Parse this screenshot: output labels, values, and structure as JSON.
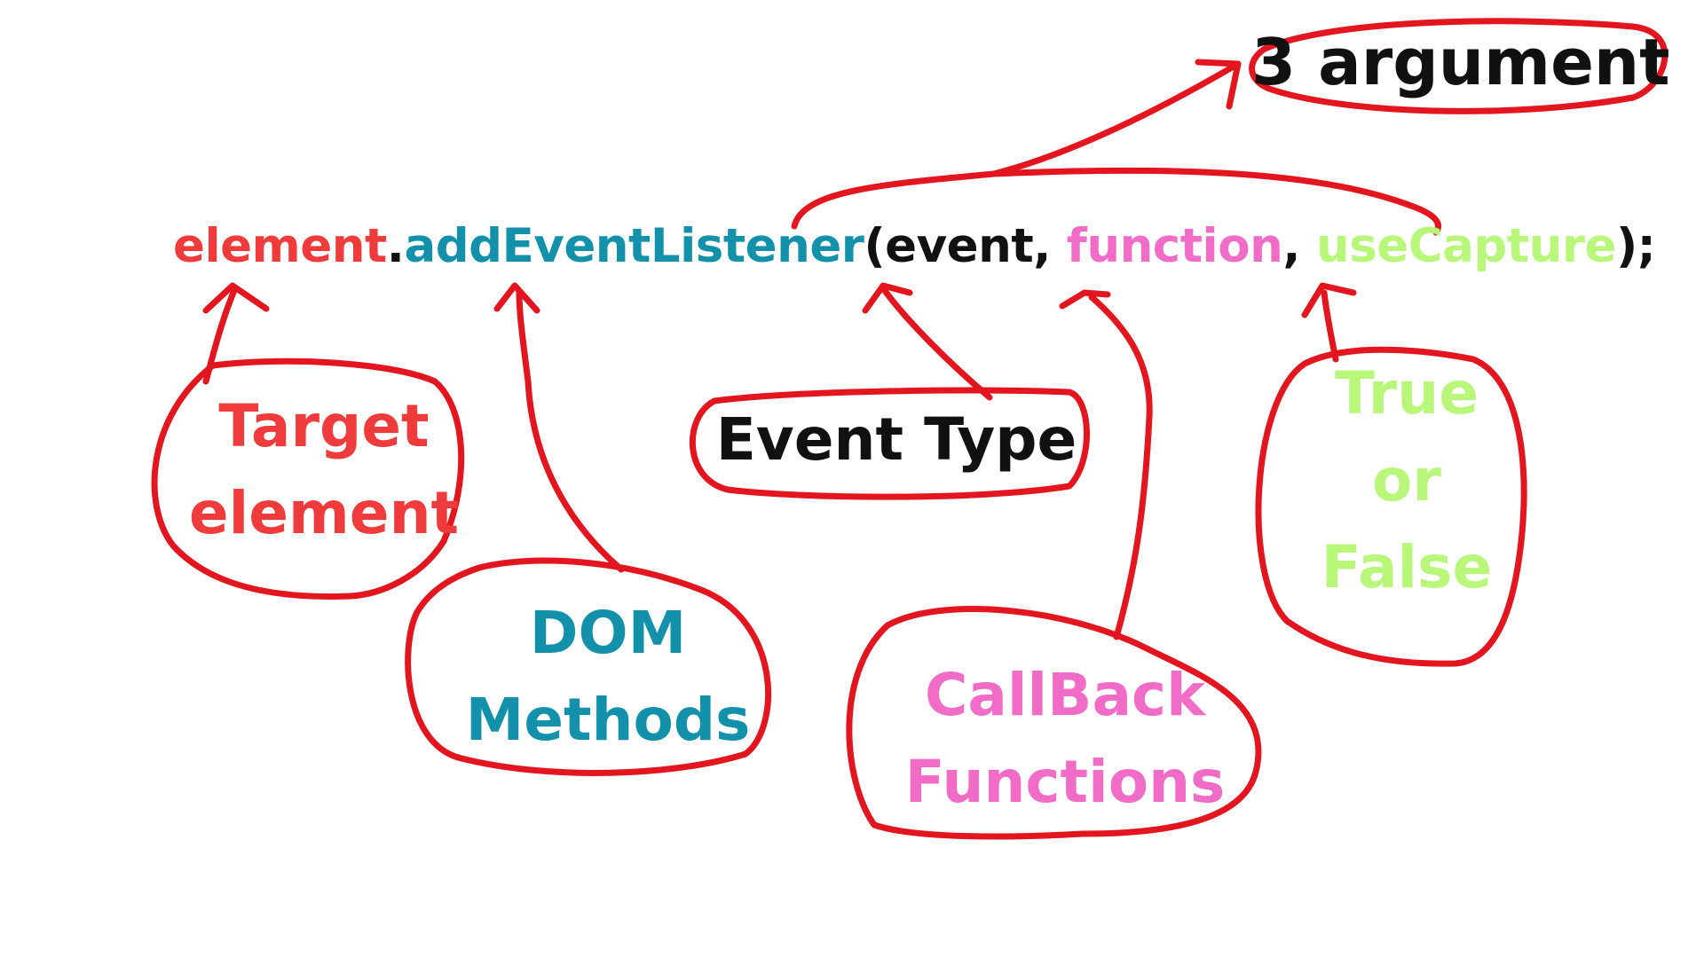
{
  "colors": {
    "ink": "#e3161f",
    "element": "#ef3b3b",
    "method": "#1491aa",
    "event": "#111111",
    "function": "#f06cc7",
    "useCapture": "#b9f77a",
    "punctuation": "#111111"
  },
  "code": {
    "element": "element",
    "dot": ".",
    "method": "addEventListener",
    "open_paren": "(",
    "event": "event",
    "comma_1": ", ",
    "function": "function",
    "comma_2": ", ",
    "use_capture": "useCapture",
    "close": ");"
  },
  "heading": "3 argument",
  "labels": {
    "target": [
      "Target",
      "element"
    ],
    "dom_methods": [
      "DOM",
      "Methods"
    ],
    "event_type": "Event Type",
    "callback": [
      "CallBack",
      "Functions"
    ],
    "boolean": [
      "True",
      "or",
      "False"
    ]
  }
}
